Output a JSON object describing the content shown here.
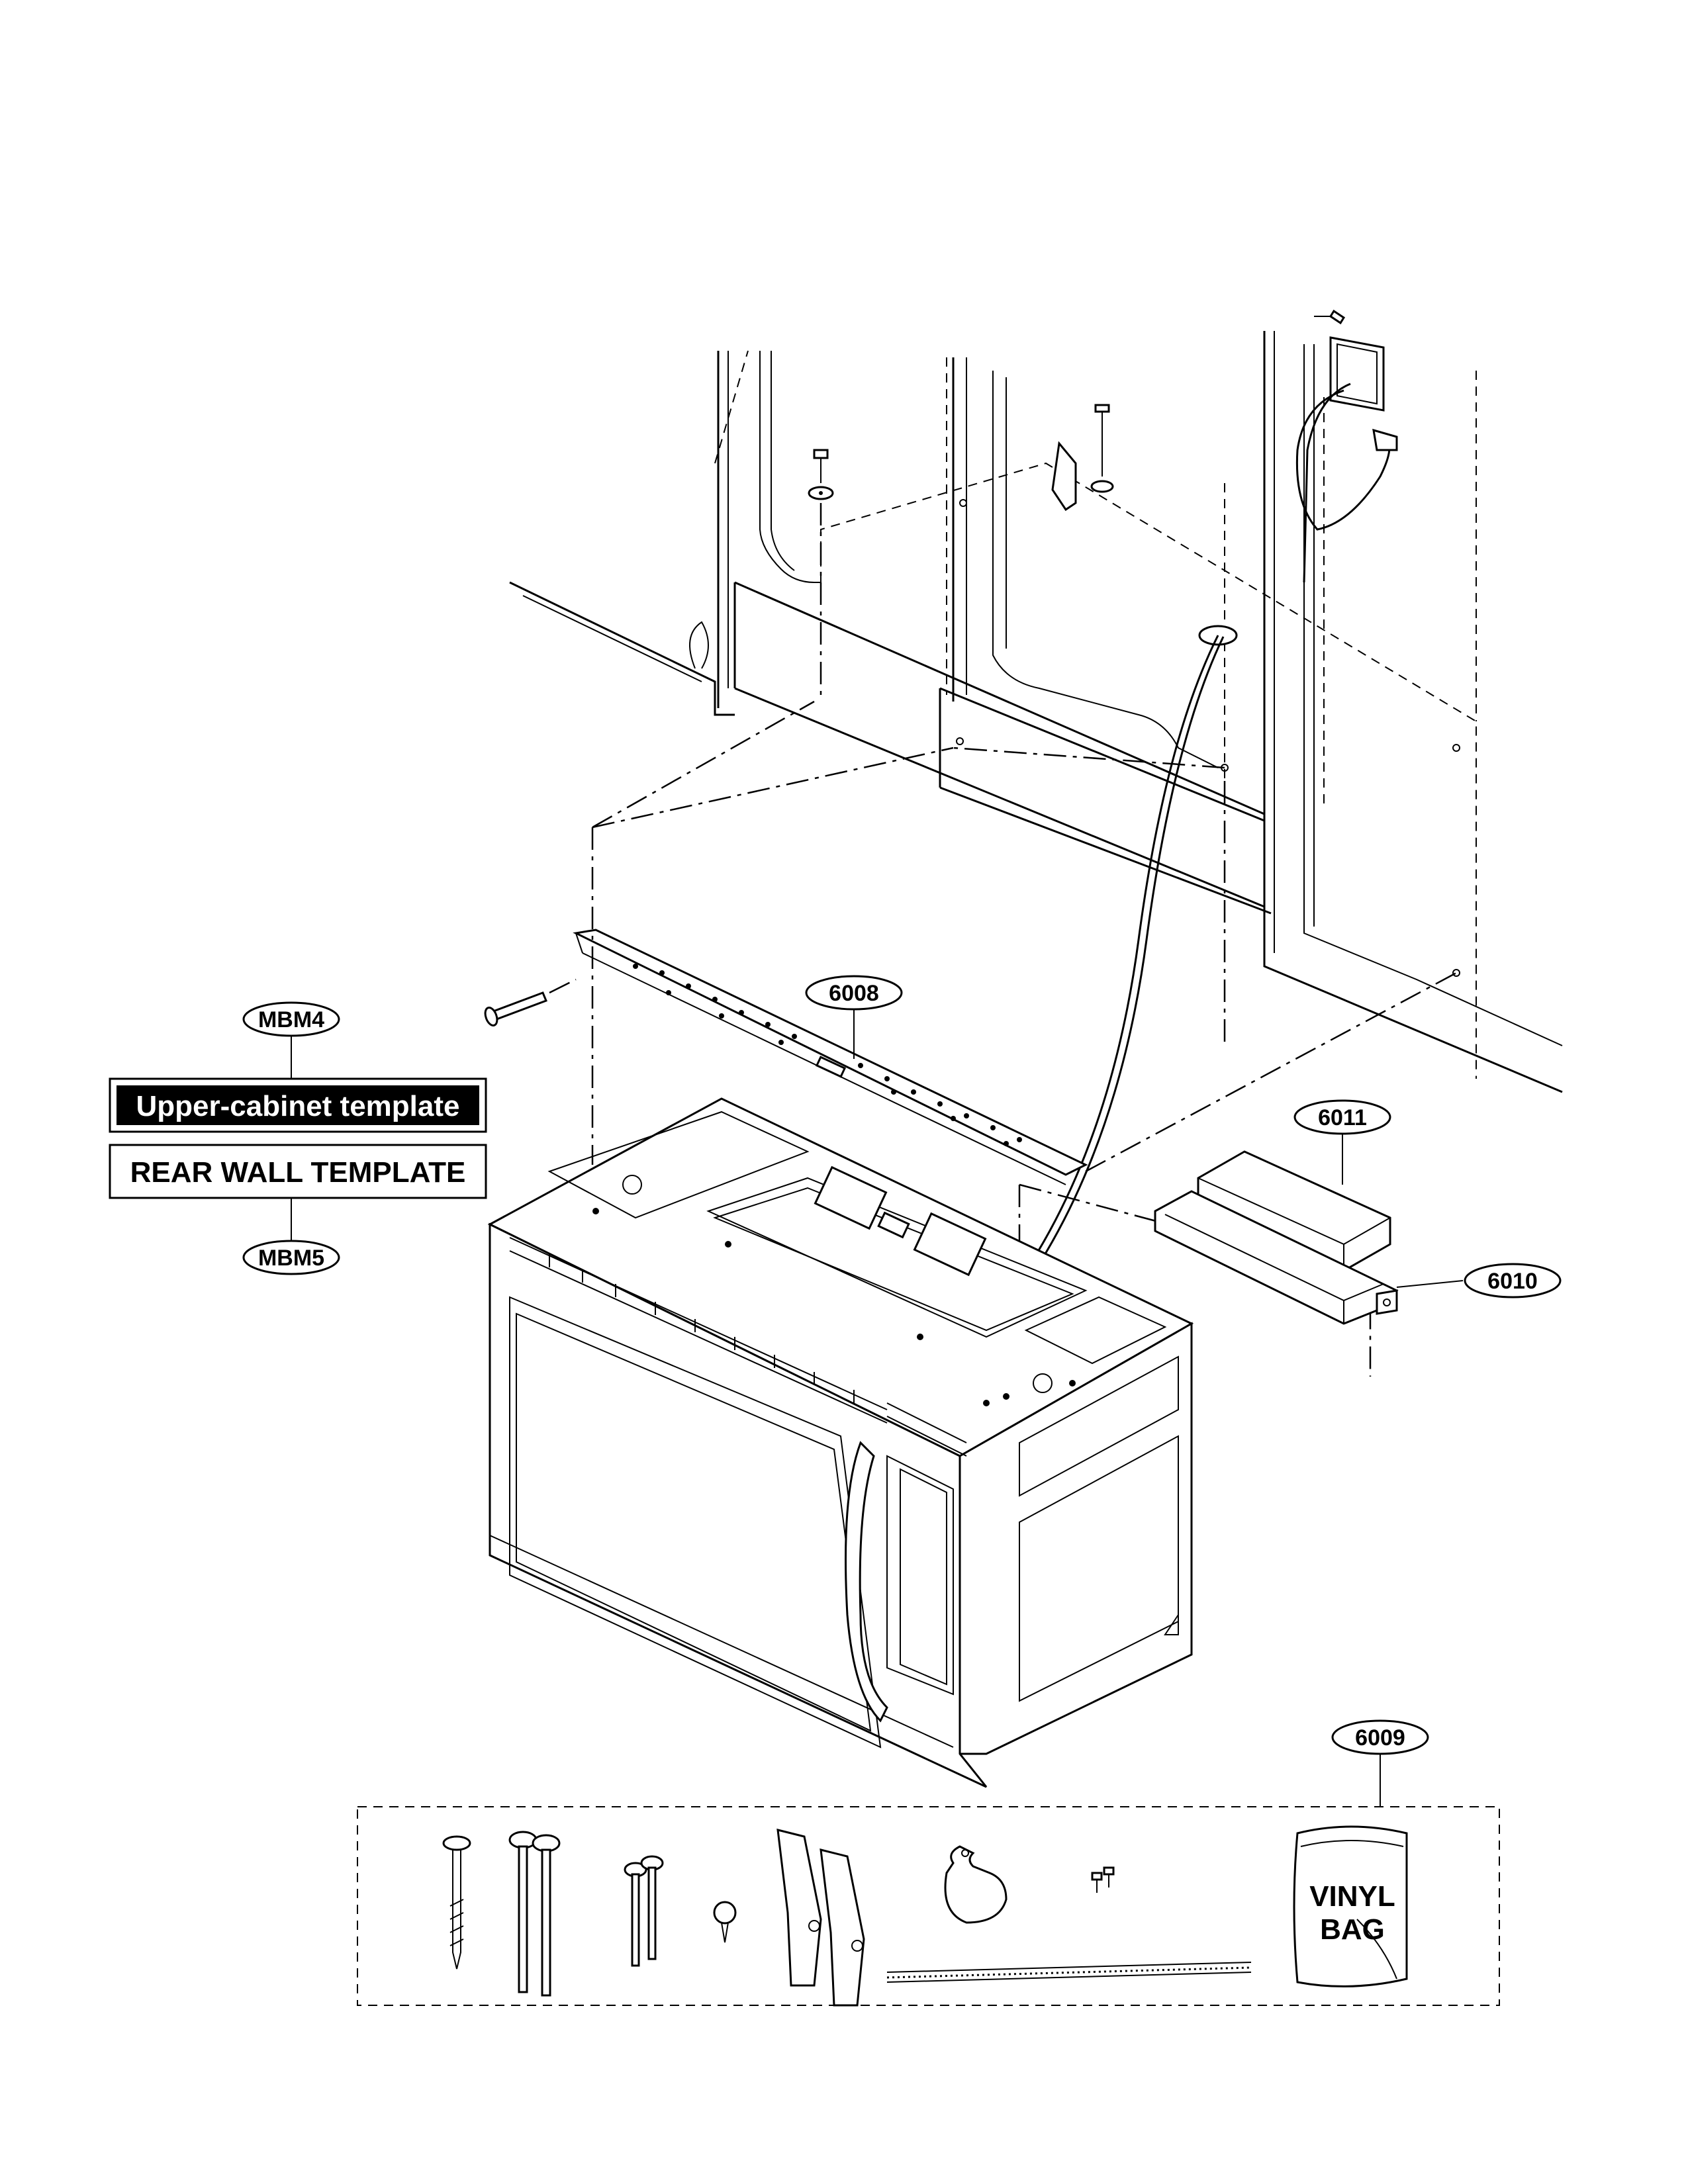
{
  "callouts": {
    "c6008": "6008",
    "c6009": "6009",
    "c6010": "6010",
    "c6011": "6011",
    "mbm4": "MBM4",
    "mbm5": "MBM5"
  },
  "templates": {
    "upper_cabinet": "Upper-cabinet template",
    "rear_wall": "REAR WALL TEMPLATE"
  },
  "vinyl_bag": {
    "line1": "VINYL",
    "line2": "BAG"
  }
}
